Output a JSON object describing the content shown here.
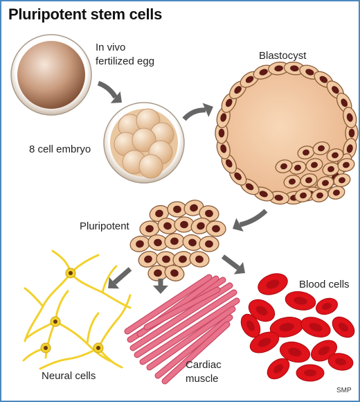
{
  "title": "Pluripotent stem cells",
  "labels": {
    "egg_line1": "In vivo",
    "egg_line2": "fertilized egg",
    "blastocyst": "Blastocyst",
    "embryo": "8 cell embryo",
    "pluripotent": "Pluripotent",
    "blood": "Blood cells",
    "neural": "Neural cells",
    "cardiac_line1": "Cardiac",
    "cardiac_line2": "muscle"
  },
  "credit": "SMP",
  "colors": {
    "arrow": "#666666",
    "cell_fill": "#f0c9a2",
    "cell_edge": "#8a5a36",
    "nucleus": "#5e1a14",
    "blastocyst_cavity": "#f1c8a2",
    "neural": "#f2d12c",
    "muscle": "#e8738a",
    "blood": "#e0121a",
    "frame": "#4a88c0"
  },
  "icons": [
    "arrow-icon"
  ]
}
